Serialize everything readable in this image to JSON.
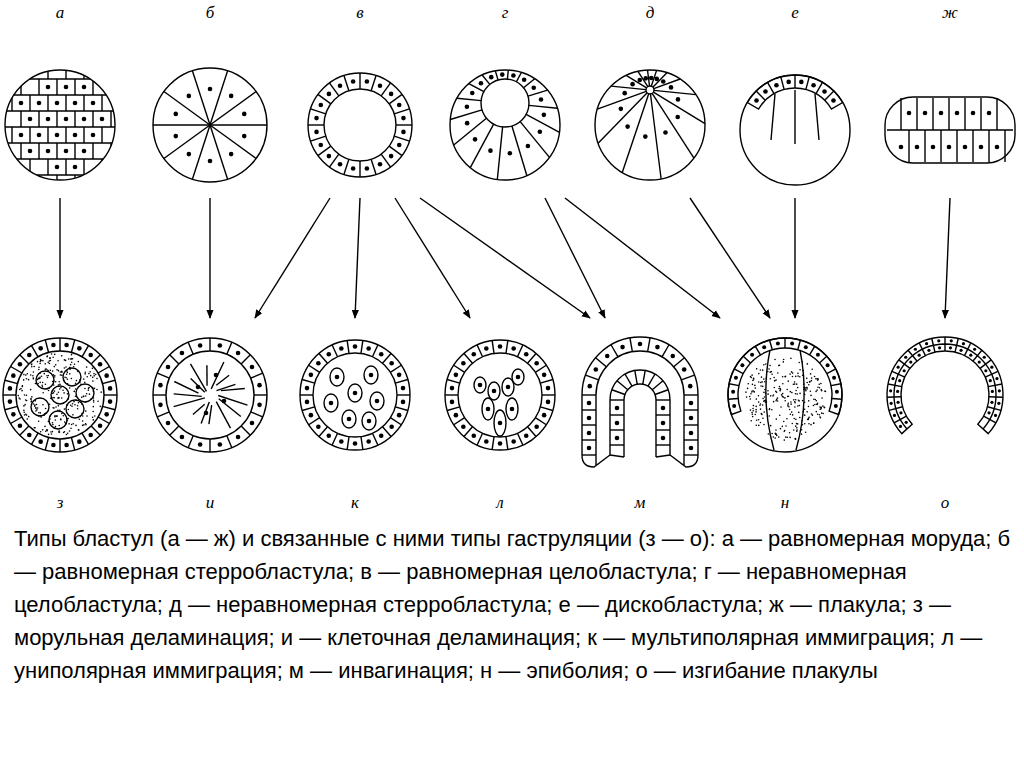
{
  "diagram": {
    "caption": "Типы бластул (а — ж) и связанные с ними типы гаструляции (з — о): а — равномерная моруда; б — равномерная стерробластула; в — равномерная целобластула; г — неравномерная целобластула; д — неравномерная стерробластула; е — дискобластула; ж — плакула; з — морульная деламинация; и — клеточная деламинация; к — мультиполярная иммиграция; л — униполярная иммиграция; м — инвагинация; н — эпиболия; о — изгибание плакулы",
    "nodes": [
      {
        "text": [
          "а"
        ]
      },
      {
        "text": [
          "б"
        ]
      },
      {
        "text": [
          "в"
        ]
      },
      {
        "text": [
          "г"
        ]
      },
      {
        "text": [
          "д"
        ]
      },
      {
        "text": [
          "е"
        ]
      },
      {
        "text": [
          "ж"
        ]
      },
      {
        "text": [
          "з"
        ]
      },
      {
        "text": [
          "и"
        ]
      },
      {
        "text": [
          "к"
        ]
      },
      {
        "text": [
          "л"
        ]
      },
      {
        "text": [
          "м"
        ]
      },
      {
        "text": [
          "н"
        ]
      },
      {
        "text": [
          "о"
        ]
      }
    ],
    "edges": [
      {
        "from": 0,
        "to": 7,
        "arrow": "to"
      },
      {
        "from": 1,
        "to": 8,
        "arrow": "to"
      },
      {
        "from": 2,
        "to": 8,
        "arrow": "to"
      },
      {
        "from": 2,
        "to": 9,
        "arrow": "to"
      },
      {
        "from": 2,
        "to": 10,
        "arrow": "to"
      },
      {
        "from": 2,
        "to": 11,
        "arrow": "to"
      },
      {
        "from": 3,
        "to": 11,
        "arrow": "to"
      },
      {
        "from": 3,
        "to": 12,
        "arrow": "to"
      },
      {
        "from": 4,
        "to": 12,
        "arrow": "to"
      },
      {
        "from": 5,
        "to": 12,
        "arrow": "to"
      },
      {
        "from": 6,
        "to": 13,
        "arrow": "to"
      }
    ]
  }
}
